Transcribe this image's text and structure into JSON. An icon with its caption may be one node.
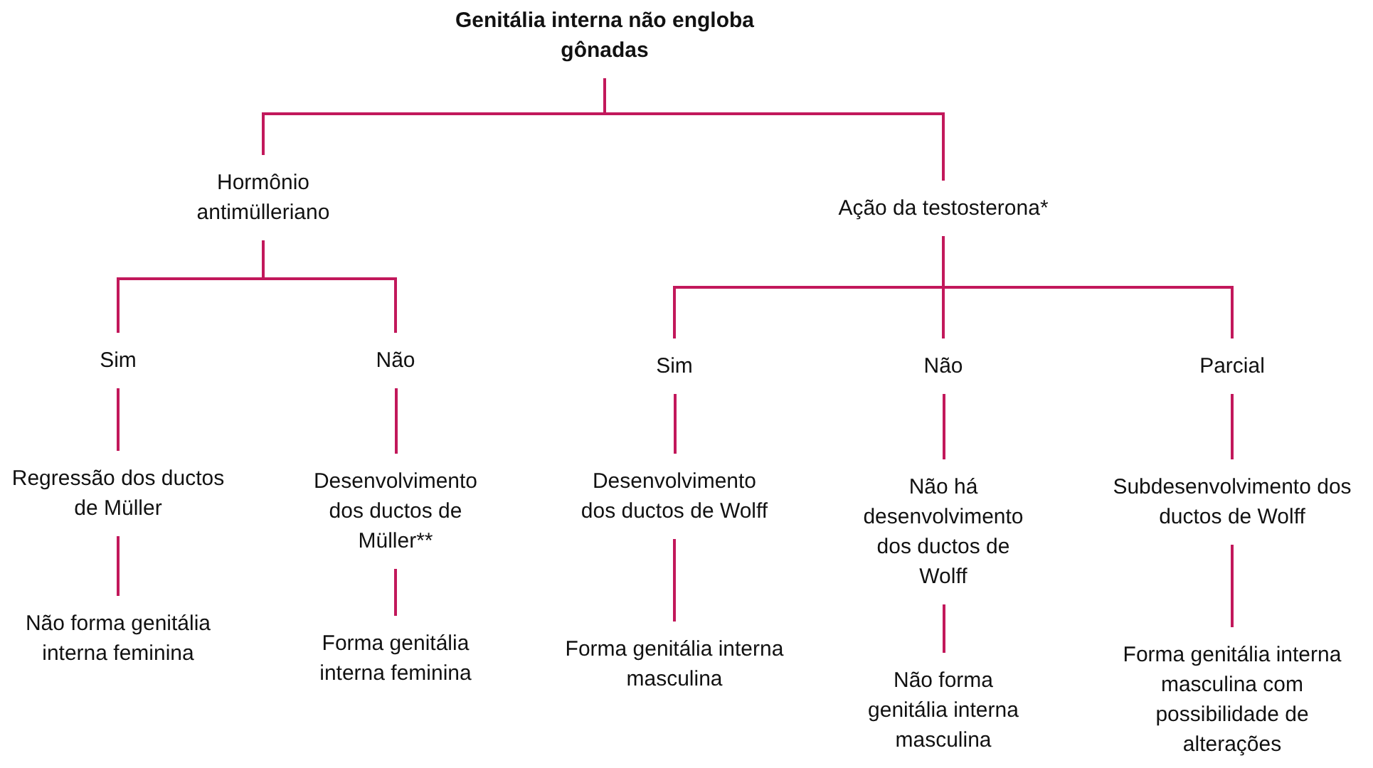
{
  "diagram": {
    "nodes": [
      {
        "text": [
          "Genitália interna não engloba gônadas"
        ]
      },
      {
        "text": [
          "Hormônio antimülleriano"
        ]
      },
      {
        "text": [
          "Ação da testosterona*"
        ]
      },
      {
        "text": [
          "Sim"
        ]
      },
      {
        "text": [
          "Não"
        ]
      },
      {
        "text": [
          "Regressão dos ductos de Müller"
        ]
      },
      {
        "text": [
          "Não forma genitália interna feminina"
        ]
      },
      {
        "text": [
          "Desenvolvimento dos ductos de Müller**"
        ]
      },
      {
        "text": [
          "Forma genitália interna feminina"
        ]
      },
      {
        "text": [
          "Sim"
        ]
      },
      {
        "text": [
          "Não"
        ]
      },
      {
        "text": [
          "Parcial"
        ]
      },
      {
        "text": [
          "Desenvolvimento dos ductos de Wolff"
        ]
      },
      {
        "text": [
          "Forma genitália interna masculina"
        ]
      },
      {
        "text": [
          "Não há desenvolvimento dos ductos de Wolff"
        ]
      },
      {
        "text": [
          "Não forma genitália interna masculina"
        ]
      },
      {
        "text": [
          "Subdesenvolvimento dos ductos de Wolff"
        ]
      },
      {
        "text": [
          "Forma genitália interna masculina com possibilidade de alterações"
        ]
      }
    ],
    "edges": [
      {
        "from": 0,
        "to": 1,
        "arrow": "none"
      },
      {
        "from": 0,
        "to": 2,
        "arrow": "none"
      },
      {
        "from": 1,
        "to": 3,
        "arrow": "none"
      },
      {
        "from": 1,
        "to": 4,
        "arrow": "none"
      },
      {
        "from": 2,
        "to": 9,
        "arrow": "none"
      },
      {
        "from": 2,
        "to": 10,
        "arrow": "none"
      },
      {
        "from": 2,
        "to": 11,
        "arrow": "none"
      },
      {
        "from": 3,
        "to": 5,
        "arrow": "none"
      },
      {
        "from": 5,
        "to": 6,
        "arrow": "none"
      },
      {
        "from": 4,
        "to": 7,
        "arrow": "none"
      },
      {
        "from": 7,
        "to": 8,
        "arrow": "none"
      },
      {
        "from": 9,
        "to": 12,
        "arrow": "none"
      },
      {
        "from": 12,
        "to": 13,
        "arrow": "none"
      },
      {
        "from": 10,
        "to": 14,
        "arrow": "none"
      },
      {
        "from": 14,
        "to": 15,
        "arrow": "none"
      },
      {
        "from": 11,
        "to": 16,
        "arrow": "none"
      },
      {
        "from": 16,
        "to": 17,
        "arrow": "none"
      }
    ]
  }
}
